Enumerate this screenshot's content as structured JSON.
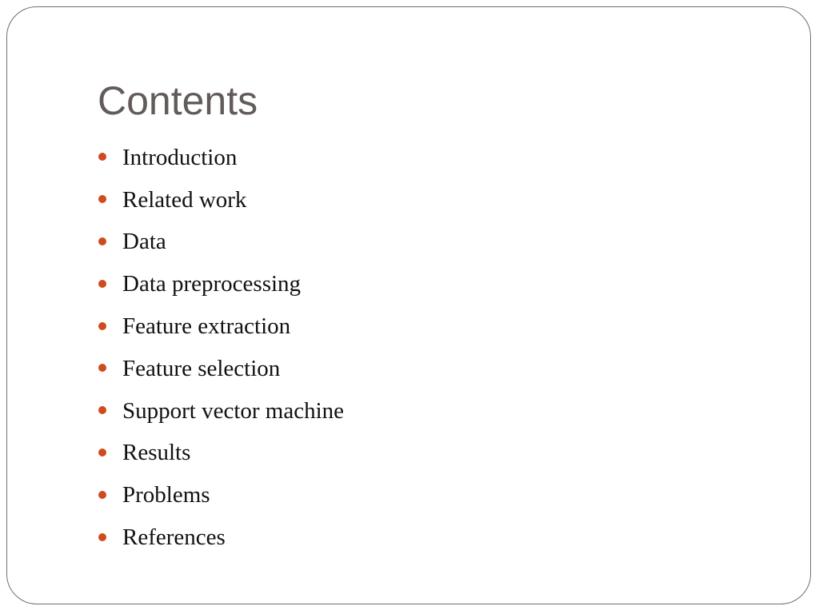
{
  "slide": {
    "title": "Contents",
    "bullet_color": "#d04a1e",
    "title_color": "#625b5a",
    "items": [
      {
        "label": "Introduction"
      },
      {
        "label": "Related work"
      },
      {
        "label": "Data"
      },
      {
        "label": "Data preprocessing"
      },
      {
        "label": "Feature extraction"
      },
      {
        "label": "Feature selection"
      },
      {
        "label": "Support vector machine"
      },
      {
        "label": "Results"
      },
      {
        "label": "Problems"
      },
      {
        "label": "References"
      }
    ]
  }
}
